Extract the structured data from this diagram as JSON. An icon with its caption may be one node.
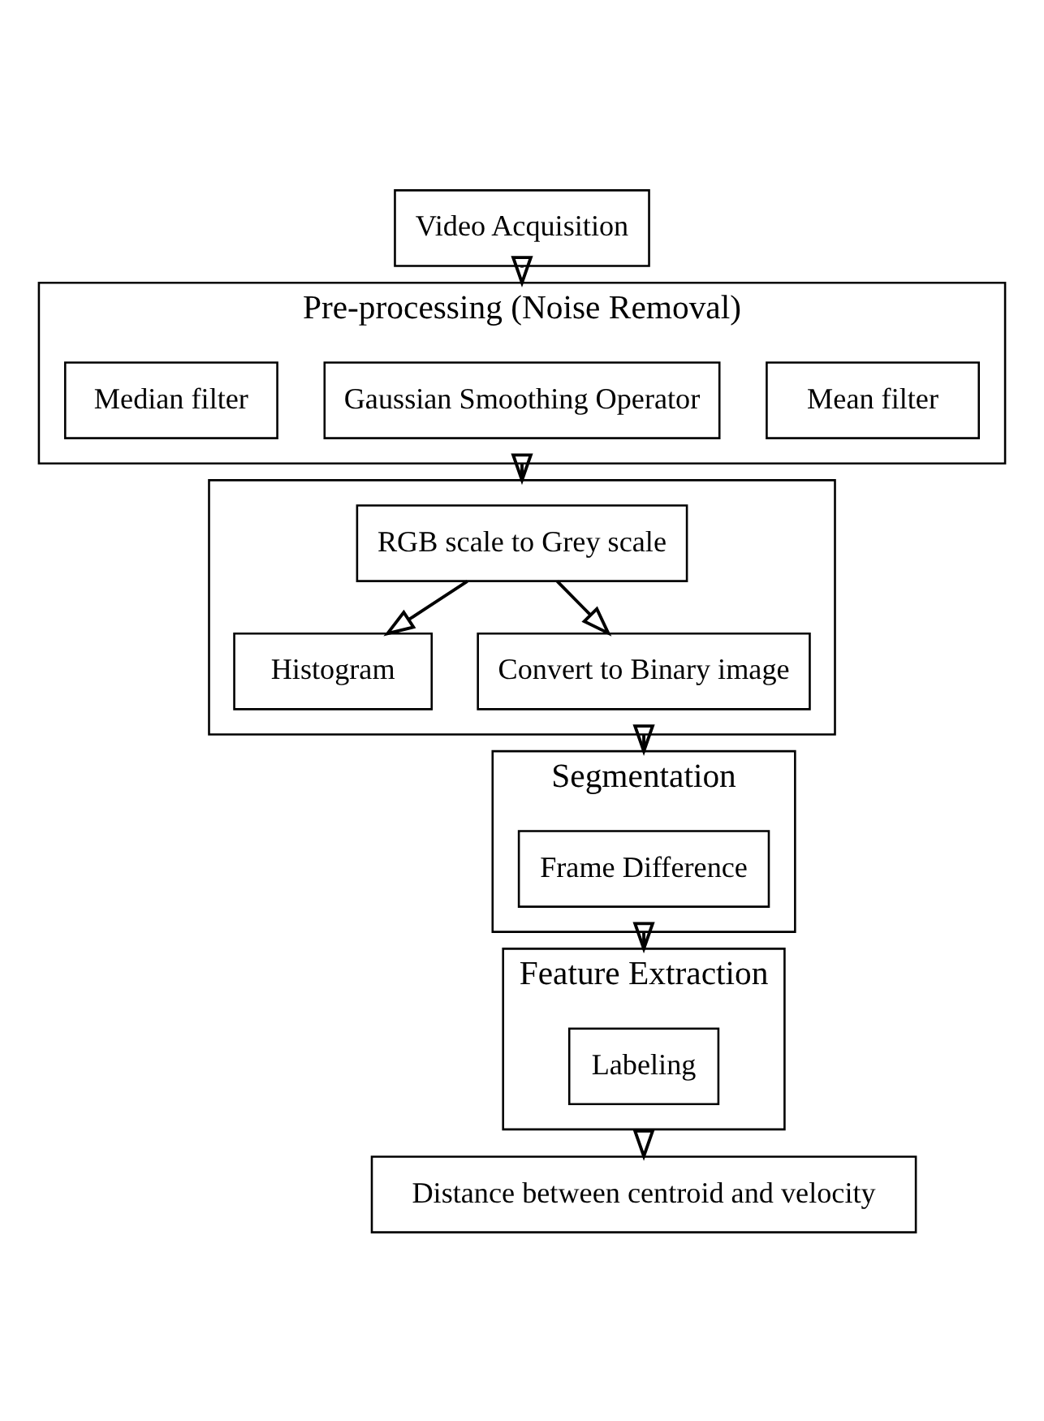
{
  "diagram": {
    "nodes": [
      {
        "text": [
          "Video Acquisition"
        ]
      },
      {
        "text": [
          "Pre-processing (Noise Removal)"
        ]
      },
      {
        "text": [
          "Median filter"
        ],
        "in": 1
      },
      {
        "text": [
          "Gaussian Smoothing Operator"
        ],
        "in": 1
      },
      {
        "text": [
          "Mean filter"
        ],
        "in": 1
      },
      {
        "text": [],
        "shape": "box"
      },
      {
        "text": [
          "RGB scale to Grey scale"
        ],
        "in": 5
      },
      {
        "text": [
          "Histogram"
        ],
        "in": 5
      },
      {
        "text": [
          "Convert to Binary image"
        ],
        "in": 5
      },
      {
        "text": [
          "Segmentation"
        ]
      },
      {
        "text": [
          "Frame Difference"
        ],
        "in": 9
      },
      {
        "text": [
          "Feature Extraction"
        ]
      },
      {
        "text": [
          "Labeling"
        ],
        "in": 11
      },
      {
        "text": [
          "Distance between centroid and velocity"
        ]
      }
    ],
    "edges": [
      {
        "from": 0,
        "to": 1,
        "arrow": "to"
      },
      {
        "from": 1,
        "to": 5,
        "arrow": "to"
      },
      {
        "from": 6,
        "to": 7,
        "arrow": "to"
      },
      {
        "from": 6,
        "to": 8,
        "arrow": "to"
      },
      {
        "from": 5,
        "to": 9,
        "arrow": "to"
      },
      {
        "from": 9,
        "to": 11,
        "arrow": "to"
      },
      {
        "from": 11,
        "to": 13,
        "arrow": "to"
      }
    ]
  }
}
